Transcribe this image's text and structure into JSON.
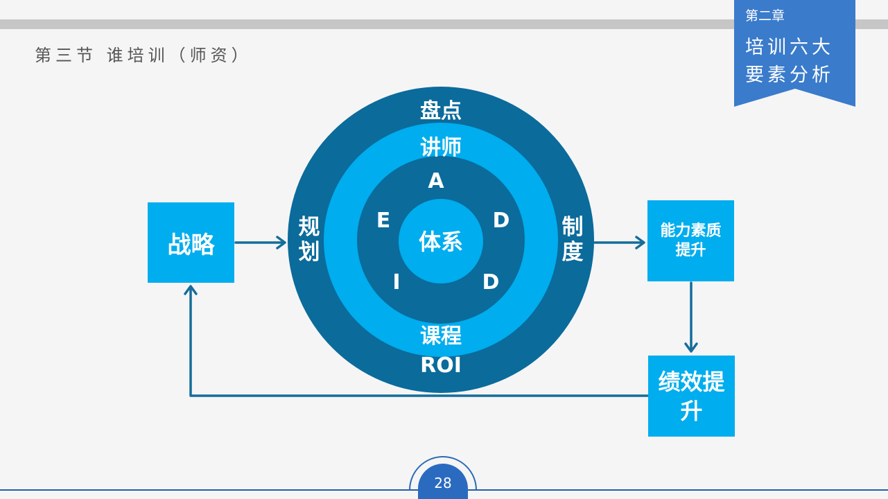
{
  "header": {
    "section_title": "第三节 谁培训（师资）"
  },
  "badge": {
    "chapter": "第二章",
    "title_line1": "培训六大",
    "title_line2": "要素分析"
  },
  "boxes": {
    "strategy": "战略",
    "ability_line1": "能力素质",
    "ability_line2": "提升",
    "performance_line1": "绩效提",
    "performance_line2": "升"
  },
  "rings": {
    "outer_top": "盘点",
    "outer_bottom": "ROI",
    "outer_left_1": "规",
    "outer_left_2": "划",
    "outer_right_1": "制",
    "outer_right_2": "度",
    "middle_top": "讲师",
    "middle_bottom": "课程",
    "inner_a": "A",
    "inner_d1": "D",
    "inner_d2": "D",
    "inner_i": "I",
    "inner_e": "E",
    "core": "体系"
  },
  "footer": {
    "page_number": "28"
  },
  "colors": {
    "outer_ring": "#0b6b9b",
    "middle_ring": "#00adee",
    "inner_ring": "#0b6b9b",
    "core": "#00adee",
    "arrow": "#156d99",
    "badge": "#3a7bcb"
  }
}
